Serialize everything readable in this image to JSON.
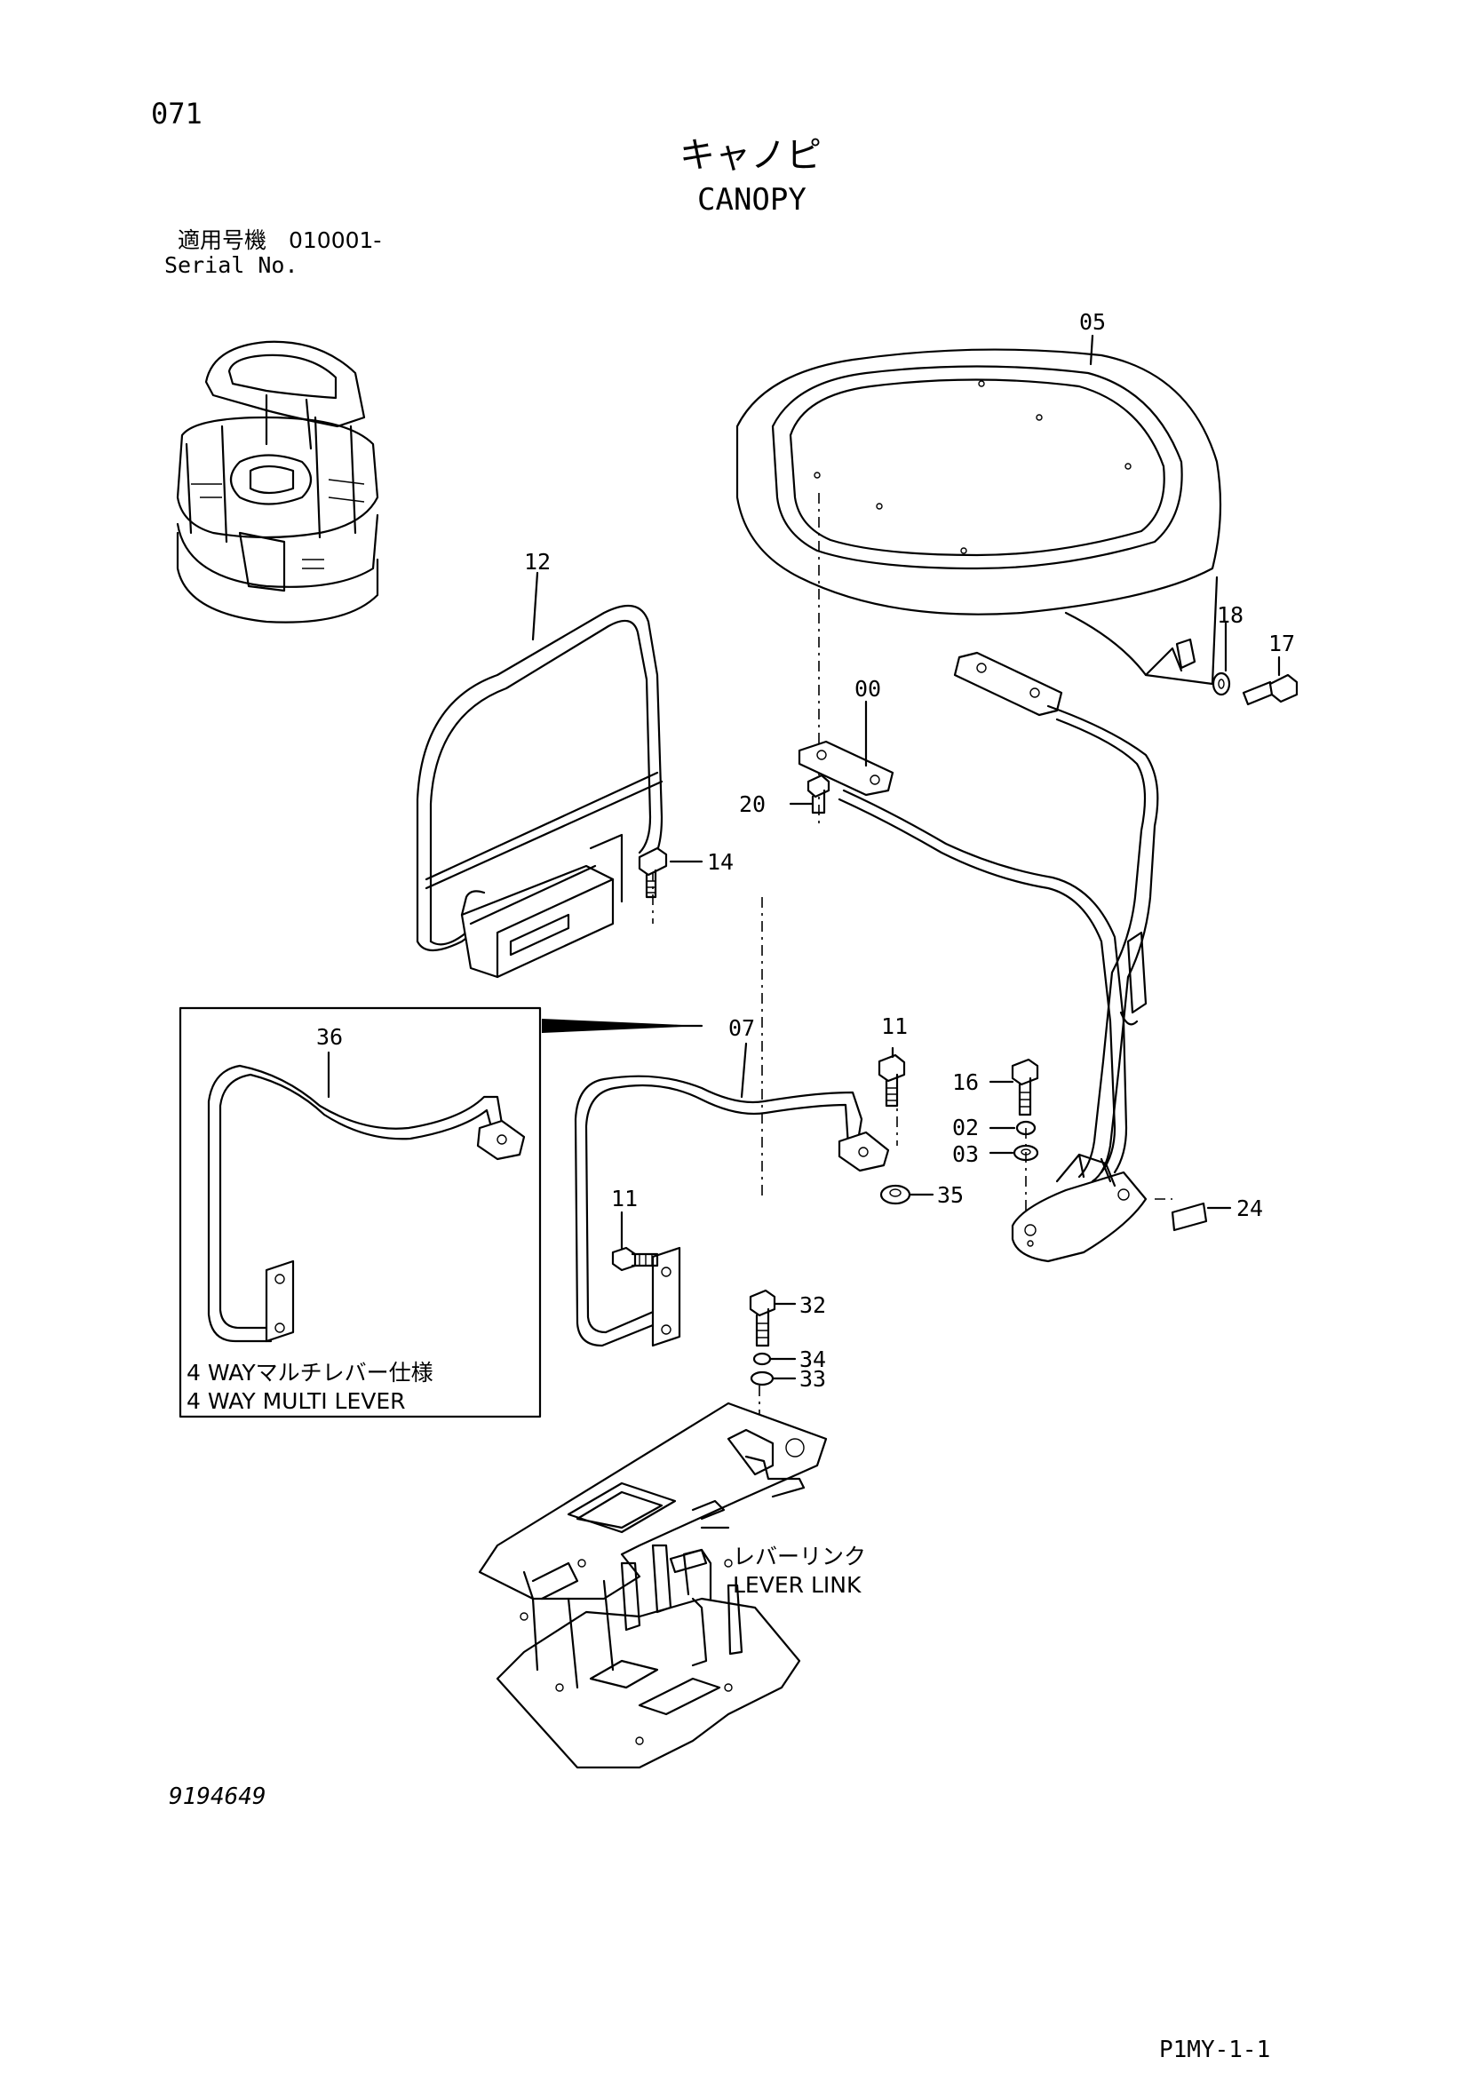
{
  "header": {
    "page_number": "071",
    "title_jp": "キャノピ",
    "title_en": "CANOPY",
    "serial_jp": "適用号機　010001-",
    "serial_en": "Serial No."
  },
  "callouts": [
    {
      "id": "c05",
      "text": "05"
    },
    {
      "id": "c12",
      "text": "12"
    },
    {
      "id": "c18",
      "text": "18"
    },
    {
      "id": "c17",
      "text": "17"
    },
    {
      "id": "c00",
      "text": "00"
    },
    {
      "id": "c20",
      "text": "20"
    },
    {
      "id": "c14",
      "text": "14"
    },
    {
      "id": "c36",
      "text": "36"
    },
    {
      "id": "c07",
      "text": "07"
    },
    {
      "id": "c11a",
      "text": "11"
    },
    {
      "id": "c16",
      "text": "16"
    },
    {
      "id": "c02",
      "text": "02"
    },
    {
      "id": "c03",
      "text": "03"
    },
    {
      "id": "c35",
      "text": "35"
    },
    {
      "id": "c24",
      "text": "24"
    },
    {
      "id": "c11b",
      "text": "11"
    },
    {
      "id": "c32",
      "text": "32"
    },
    {
      "id": "c34",
      "text": "34"
    },
    {
      "id": "c33",
      "text": "33"
    }
  ],
  "inset": {
    "note_jp": "4 WAYマルチレバー仕様",
    "note_en": "4 WAY MULTI LEVER"
  },
  "lever_link": {
    "label_jp": "レバーリンク",
    "label_en": "LEVER LINK"
  },
  "footer": {
    "drawing_number": "9194649",
    "page_code": "P1MY-1-1"
  }
}
